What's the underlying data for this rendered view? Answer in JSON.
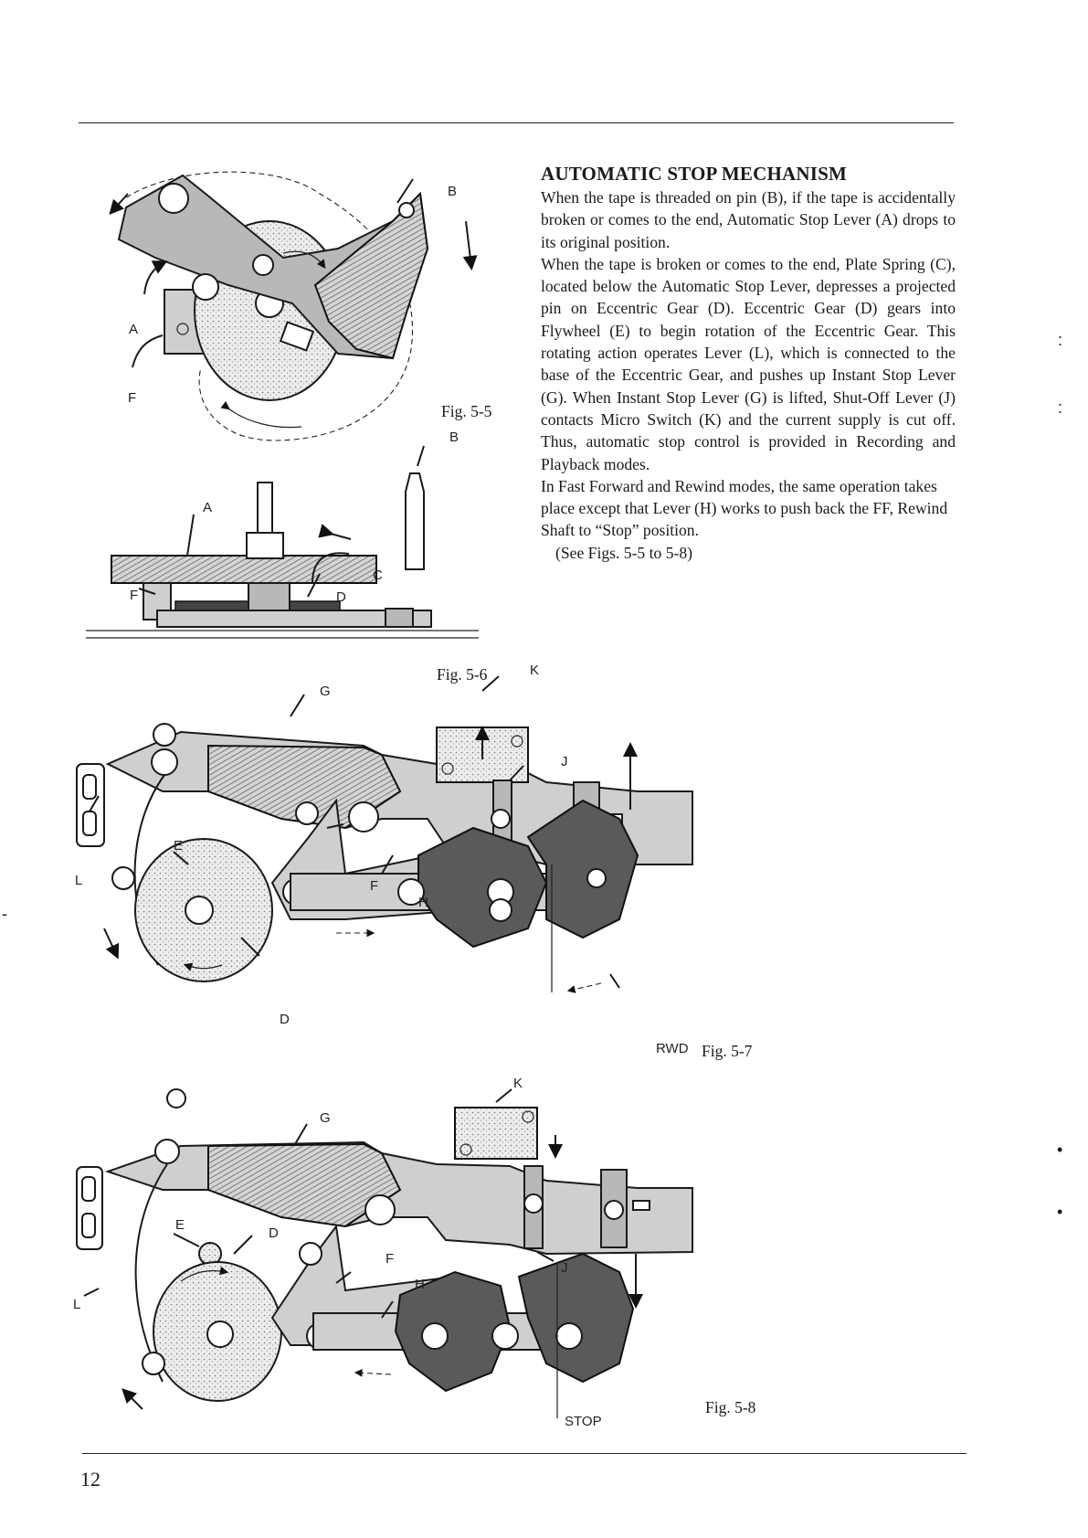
{
  "article": {
    "title": "AUTOMATIC STOP MECHANISM",
    "paragraphs": [
      "When the tape is threaded on pin (B), if the tape is accidentally broken or comes to the end, Automatic Stop Lever (A) drops to its original position.",
      "When the tape is broken or comes to the end, Plate Spring (C), located below the Automatic Stop Lever, depresses a projected pin on Eccentric Gear (D). Eccentric Gear (D) gears into Flywheel (E) to begin rotation of the Eccentric Gear. This rotating action operates Lever (L), which is connected to the base of the Eccentric Gear, and pushes up Instant Stop Lever (G). When Instant Stop Lever (G) is lifted, Shut-Off Lever (J) contacts Micro Switch (K) and the current supply is cut off. Thus, automatic stop control is provided in Recording and Playback modes.",
      "In Fast Forward and Rewind modes, the same operation takes place except that Lever (H) works to push back the FF, Rewind Shaft to “Stop” position."
    ],
    "see_figs": "(See Figs. 5-5 to 5-8)"
  },
  "figures": {
    "fig55": {
      "caption": "Fig. 5-5",
      "labels": {
        "a": "A",
        "b": "B",
        "f": "F"
      }
    },
    "fig56": {
      "caption": "Fig. 5-6",
      "labels": {
        "a": "A",
        "b": "B",
        "c": "C",
        "d": "D",
        "f": "F"
      }
    },
    "fig57": {
      "caption": "Fig. 5-7",
      "labels": {
        "g": "G",
        "k": "K",
        "j": "J",
        "e": "E",
        "l": "L",
        "f": "F",
        "h": "H",
        "d": "D",
        "rwd": "RWD"
      }
    },
    "fig58": {
      "caption": "Fig. 5-8",
      "labels": {
        "g": "G",
        "k": "K",
        "e": "E",
        "d": "D",
        "j": "J",
        "f": "F",
        "h": "H",
        "l": "L",
        "stop": "STOP"
      }
    }
  },
  "page_number": "12"
}
